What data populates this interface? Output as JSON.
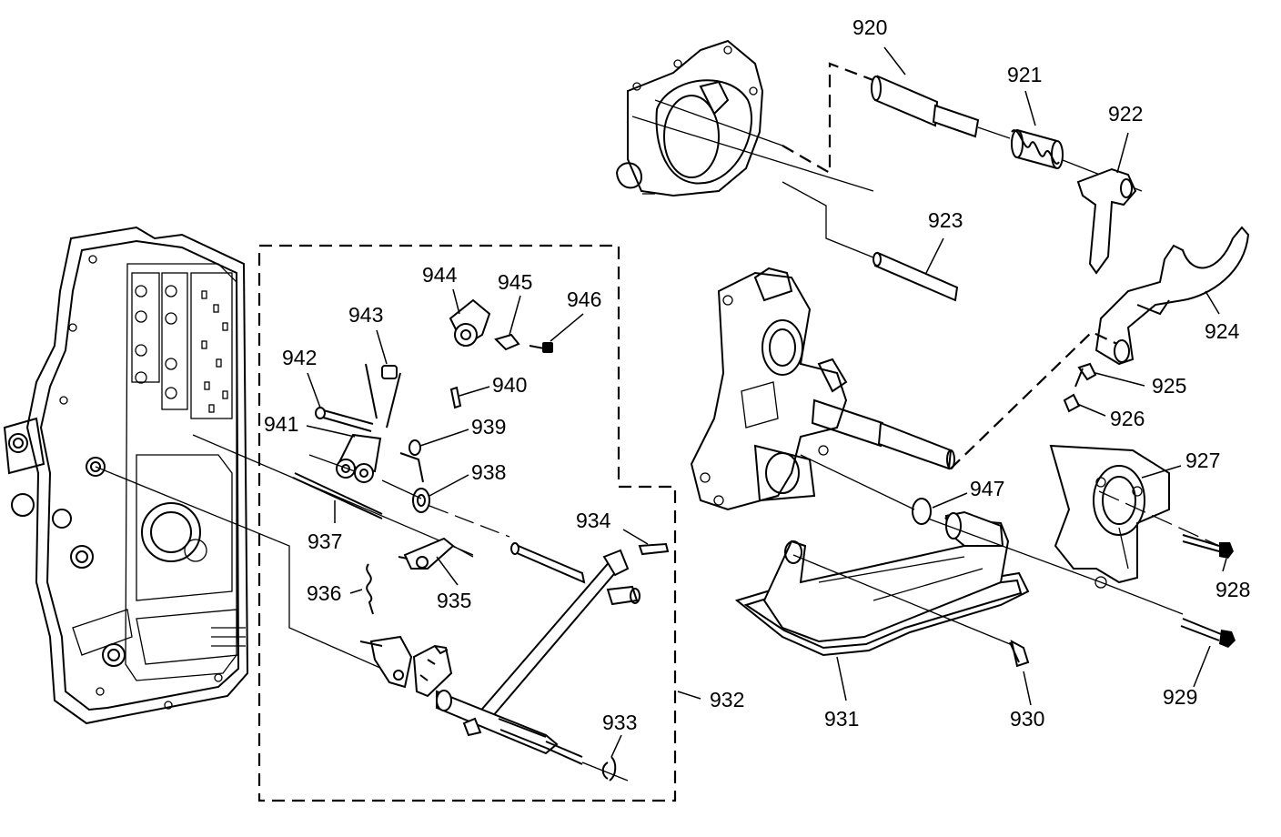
{
  "labels": {
    "l920": "920",
    "l921": "921",
    "l922": "922",
    "l923": "923",
    "l924": "924",
    "l925": "925",
    "l926": "926",
    "l927": "927",
    "l928": "928",
    "l929": "929",
    "l930": "930",
    "l931": "931",
    "l932": "932",
    "l933": "933",
    "l934": "934",
    "l935": "935",
    "l936": "936",
    "l937": "937",
    "l938": "938",
    "l939": "939",
    "l940": "940",
    "l941": "941",
    "l942": "942",
    "l943": "943",
    "l944": "944",
    "l945": "945",
    "l946": "946",
    "l947": "947"
  }
}
